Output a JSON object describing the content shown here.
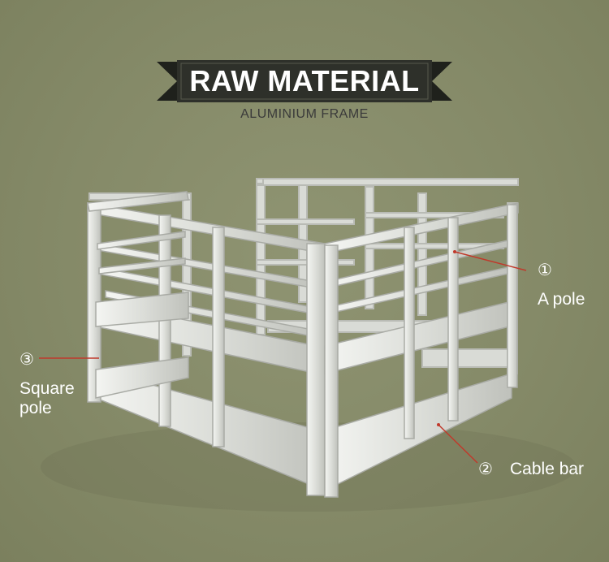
{
  "banner": {
    "title": "RAW MATERIAL",
    "subtitle": "ALUMINIUM FRAME"
  },
  "callouts": [
    {
      "number": "①",
      "label": "A pole"
    },
    {
      "number": "②",
      "label": "Cable bar"
    },
    {
      "number": "③",
      "label": "Square pole"
    }
  ],
  "colors": {
    "background": "#858a68",
    "ribbon": "#2e302a",
    "frame": "#e8e9e6",
    "leader_line": "#c0392b"
  }
}
